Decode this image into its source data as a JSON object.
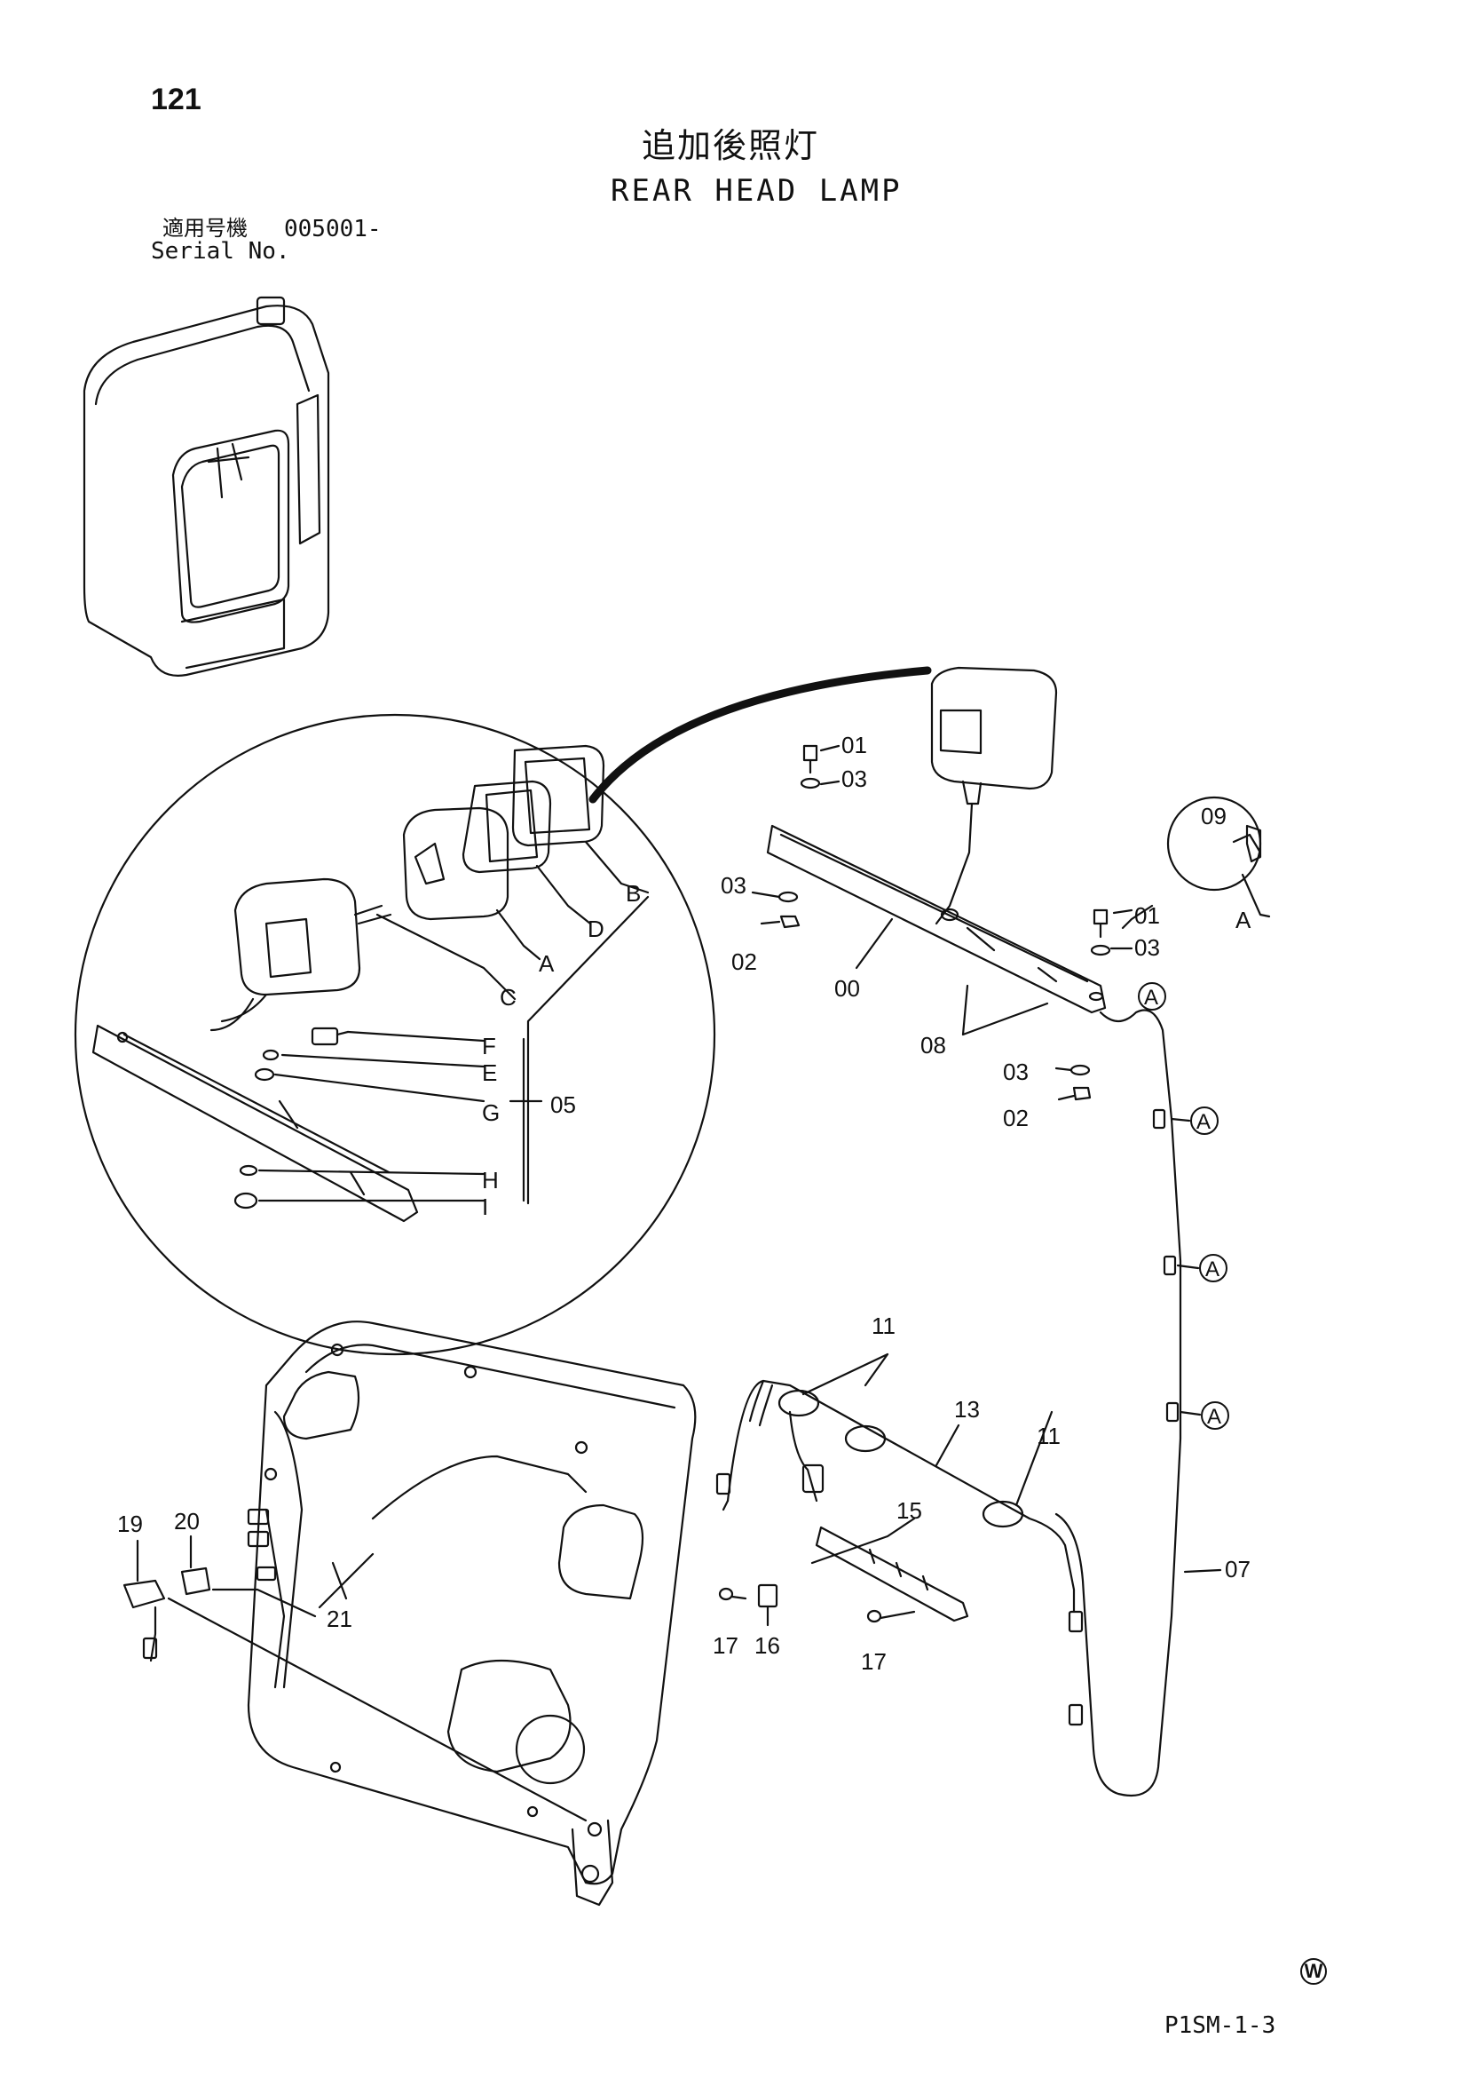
{
  "header": {
    "page_number": "121",
    "title_jp": "追加後照灯",
    "title_en": "REAR HEAD LAMP",
    "serial_label_jp": "適用号機",
    "serial_value": "005001-",
    "serial_label_en": "Serial No."
  },
  "footer": {
    "watermark": "W",
    "page_code": "P1SM-1-3"
  },
  "callouts": {
    "c01a": "01",
    "c03a": "03",
    "c03b": "03",
    "c02a": "02",
    "c00": "00",
    "c01b": "01",
    "c03c": "03",
    "c08": "08",
    "c03d": "03",
    "c02b": "02",
    "c09": "09",
    "cAdetail": "A",
    "cAconn1": "A",
    "cAconn2": "A",
    "cAconn3": "A",
    "cAconn4": "A",
    "c07": "07",
    "c11a": "11",
    "c11b": "11",
    "c13": "13",
    "c15": "15",
    "c16": "16",
    "c17a": "17",
    "c17b": "17",
    "c19": "19",
    "c20": "20",
    "c21": "21",
    "dB": "B",
    "dD": "D",
    "dA": "A",
    "dC": "C",
    "dF": "F",
    "dE": "E",
    "dG": "G",
    "d05": "05",
    "dH": "H",
    "dI": "I"
  }
}
